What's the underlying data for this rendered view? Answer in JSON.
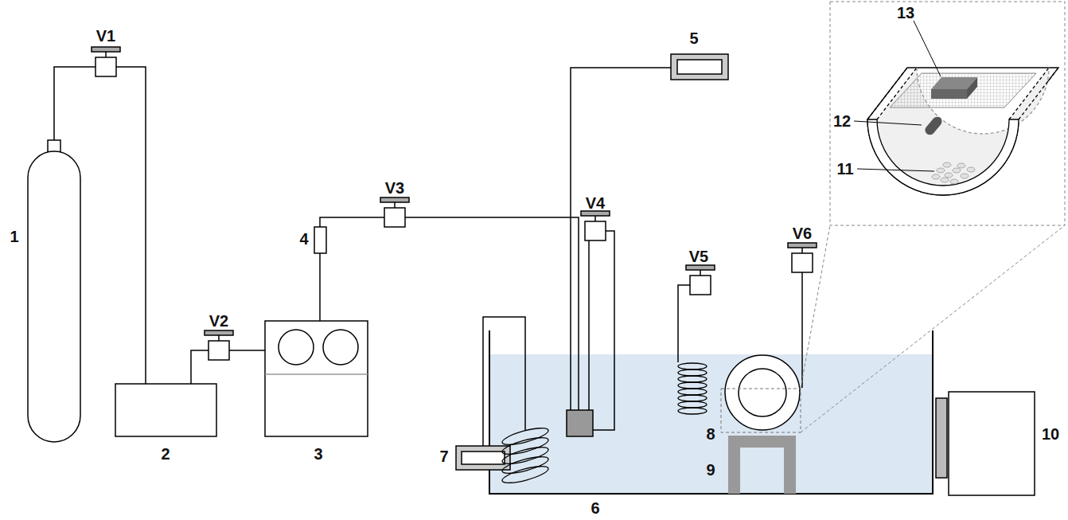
{
  "diagram": {
    "labels": [
      "V1",
      "1",
      "2",
      "V2",
      "3",
      "4",
      "V3",
      "5",
      "V4",
      "V5",
      "V6",
      "13",
      "12",
      "11",
      "8",
      "9",
      "10",
      "7",
      "6"
    ]
  }
}
